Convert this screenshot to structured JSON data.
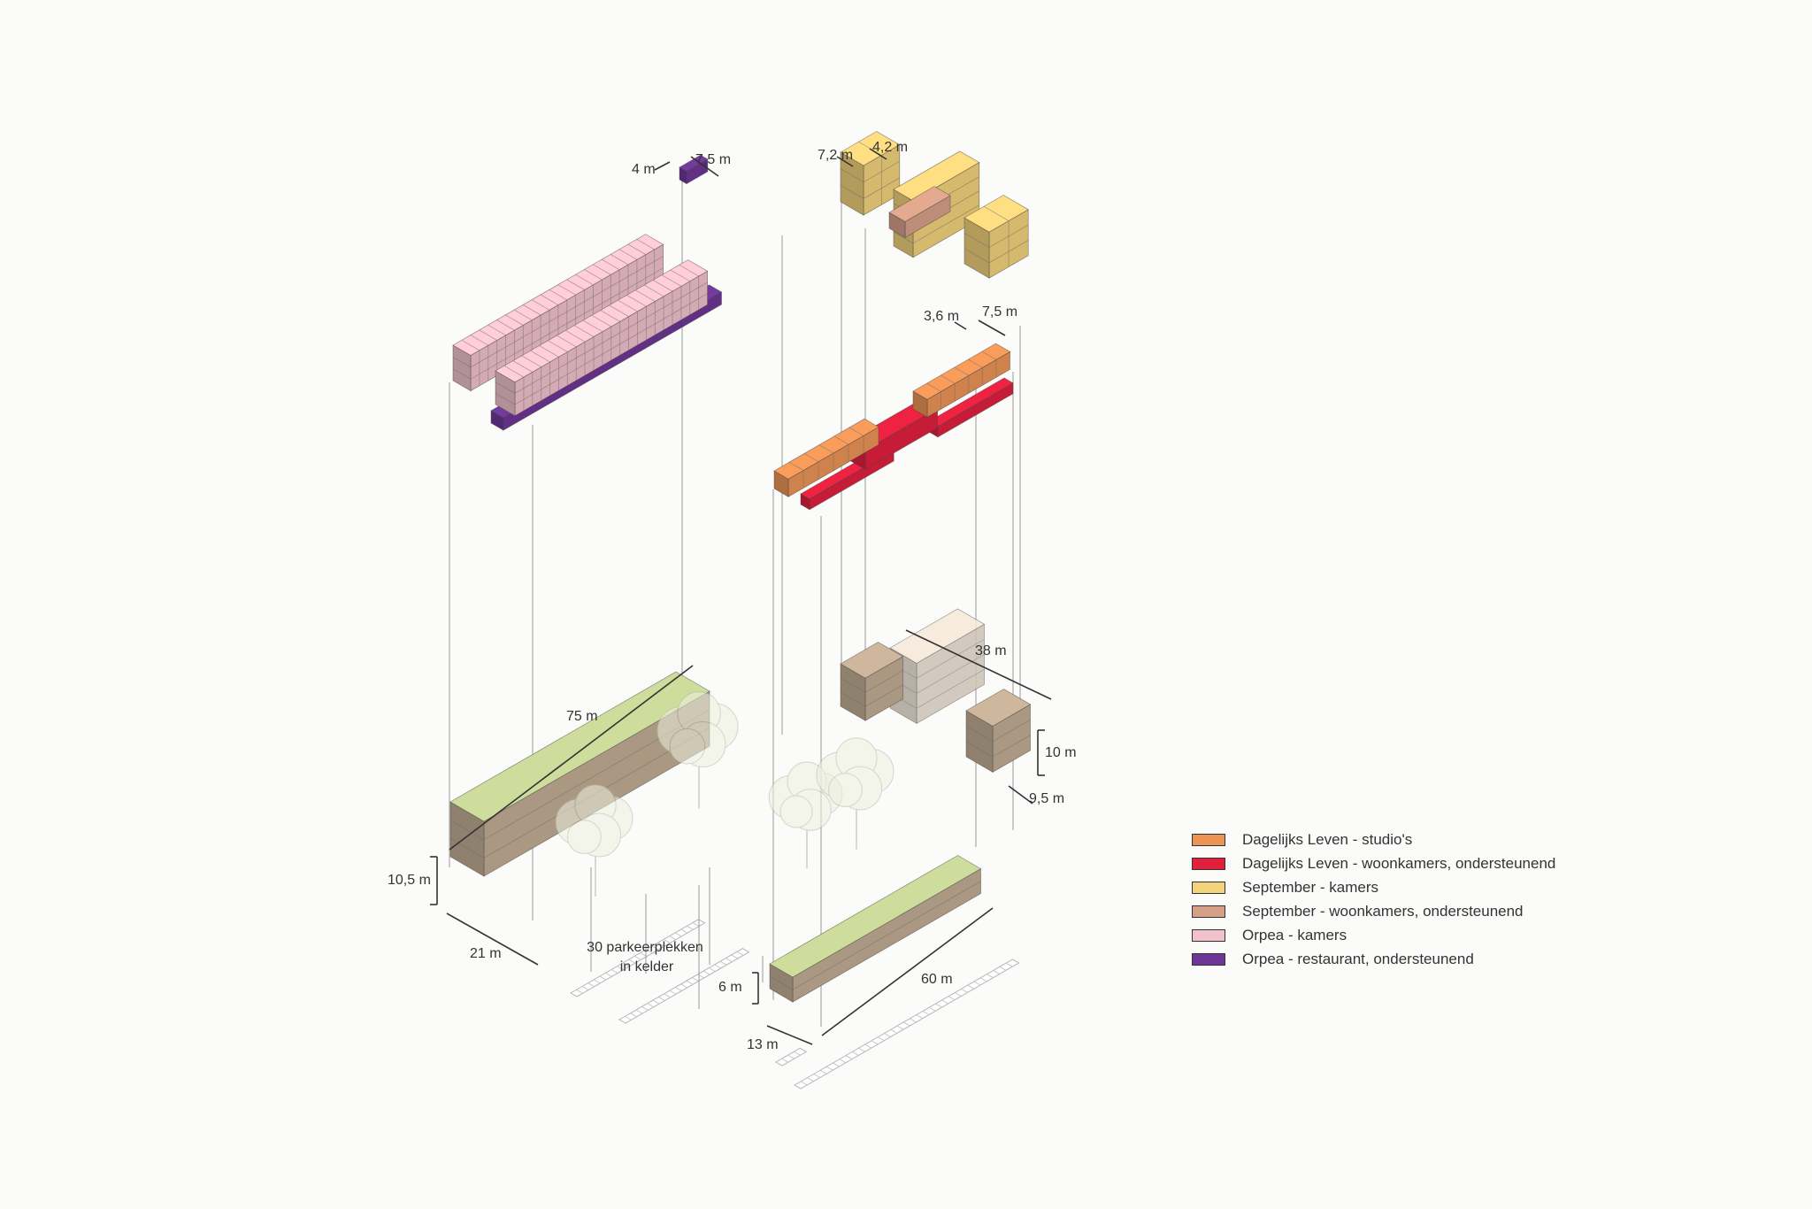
{
  "colors": {
    "studios": "#ec9456",
    "woonkamers_dl": "#e2203e",
    "september_kamers": "#f2d27b",
    "september_woon": "#d6a088",
    "orpea_kamers": "#f1c2cc",
    "orpea_restaurant": "#6e3797",
    "green_roof": "#cedc9c",
    "ground_block": "#c2ad94",
    "ghost_block": "#e8dccd"
  },
  "dimensions": {
    "orpea_unit_width": "4 m",
    "orpea_depth": "7,5 m",
    "september_unit_a": "7,2 m",
    "september_unit_b": "4,2 m",
    "dl_unit_width": "3,6 m",
    "dl_depth": "7,5 m",
    "orpea_length": "75 m",
    "orpea_height": "10,5 m",
    "orpea_width": "21 m",
    "september_length": "38 m",
    "september_height": "10 m",
    "september_width": "9,5 m",
    "dl_height": "6 m",
    "dl_width": "13 m",
    "dl_length": "60 m"
  },
  "parking": {
    "line1": "30 parkeerplekken",
    "line2": "in kelder"
  },
  "legend": [
    {
      "label": "Dagelijks Leven - studio's",
      "color": "#ec9456"
    },
    {
      "label": "Dagelijks Leven - woonkamers, ondersteunend",
      "color": "#e2203e"
    },
    {
      "label": "September - kamers",
      "color": "#f2d27b"
    },
    {
      "label": "September - woonkamers, ondersteunend",
      "color": "#d6a088"
    },
    {
      "label": "Orpea - kamers",
      "color": "#f1c2cc"
    },
    {
      "label": "Orpea - restaurant, ondersteunend",
      "color": "#6e3797"
    }
  ]
}
